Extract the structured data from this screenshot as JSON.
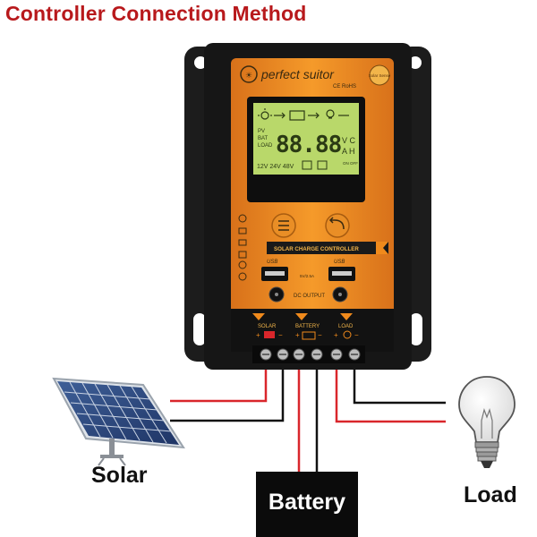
{
  "title": "Controller Connection Method",
  "device": {
    "brand": "perfect suitor",
    "badge": "Solar Sense",
    "cert": "CE RoHS",
    "lcd_digits": "88.88",
    "lcd_units": "V C",
    "lcd_units2": "A H",
    "lcd_voltages": "12V 24V 48V",
    "pv_label": "PV",
    "bat_label": "BAT",
    "load_label": "LOAD",
    "on_off": "ON OFF",
    "banner": "SOLAR CHARGE CONTROLLER",
    "usb_left": "USB",
    "usb_right": "USB",
    "usb_spec": "5V/2.5A",
    "dc_output": "DC OUTPUT",
    "terminal_solar": "SOLAR",
    "terminal_battery": "BATTERY",
    "terminal_load": "LOAD"
  },
  "labels": {
    "solar": "Solar",
    "battery": "Battery",
    "load": "Load"
  },
  "colors": {
    "title": "#b8191c",
    "body": "#1a1a1a",
    "faceplate": "#f08a1c",
    "lcd": "#b9d86a",
    "wire_red": "#d9262b",
    "wire_black": "#111111"
  }
}
